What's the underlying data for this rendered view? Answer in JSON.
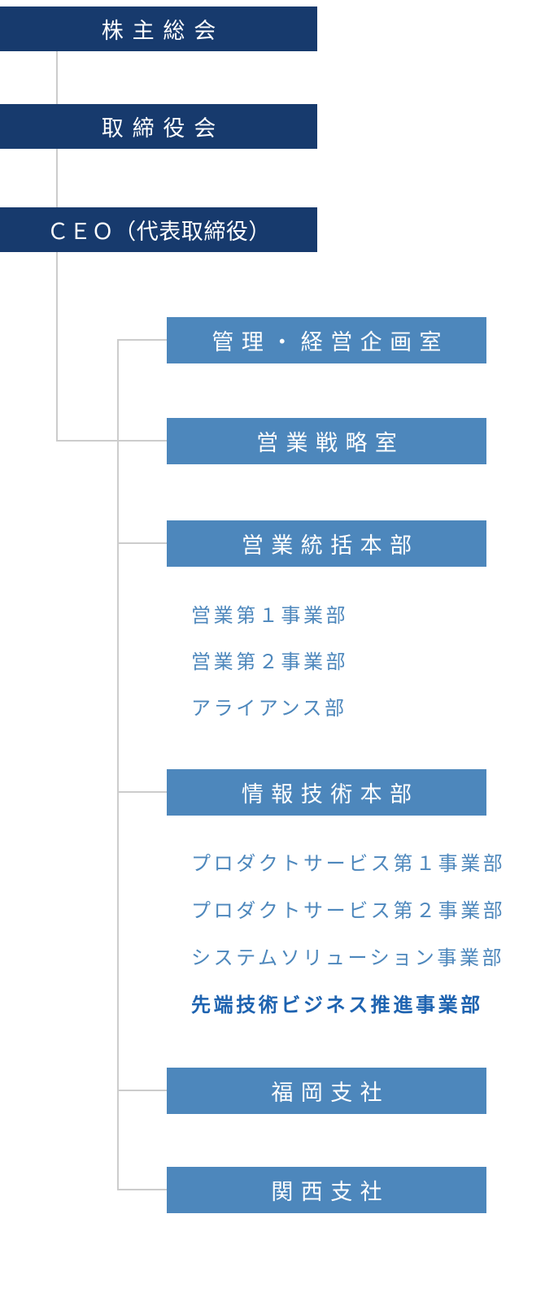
{
  "colors": {
    "navy_box": "#173a6d",
    "blue_box": "#4d87bc",
    "child_text": "#4d87bc",
    "emphasis_text": "#1e63b0",
    "connector": "#cccccc",
    "box_text": "#ffffff",
    "background": "#ffffff"
  },
  "org": {
    "top_nodes": [
      {
        "label": "株主総会"
      },
      {
        "label": "取締役会"
      },
      {
        "label": "ＣＥＯ（代表取締役）"
      }
    ],
    "branches": [
      {
        "label": "管理・経営企画室",
        "children": []
      },
      {
        "label": "営業戦略室",
        "children": []
      },
      {
        "label": "営業統括本部",
        "children": [
          {
            "label": "営業第１事業部"
          },
          {
            "label": "営業第２事業部"
          },
          {
            "label": "アライアンス部"
          }
        ]
      },
      {
        "label": "情報技術本部",
        "children": [
          {
            "label": "プロダクトサービス第１事業部"
          },
          {
            "label": "プロダクトサービス第２事業部"
          },
          {
            "label": "システムソリューション事業部"
          },
          {
            "label": "先端技術ビジネス推進事業部",
            "emphasis": true
          }
        ]
      },
      {
        "label": "福岡支社",
        "children": []
      },
      {
        "label": "関西支社",
        "children": []
      }
    ]
  }
}
